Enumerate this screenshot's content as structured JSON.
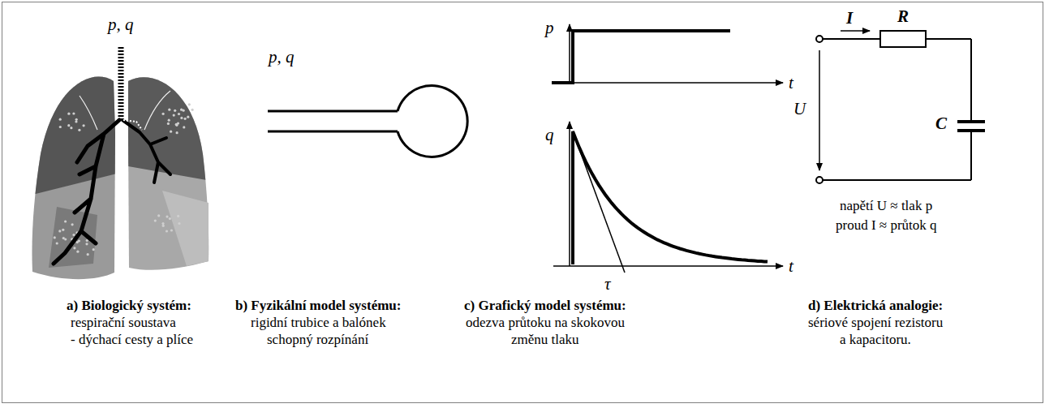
{
  "diagram": {
    "labels": [
      "p, q",
      "p, q",
      "p",
      "t",
      "q",
      "t",
      "τ",
      "I",
      "R",
      "U",
      "C",
      "napětí U ≈ tlak p",
      "proud I ≈ průtok q",
      "a) Biologický systém:",
      "respirační soustava",
      "- dýchací cesty a plíce",
      "b) Fyzikální model systému:",
      "rigidní trubice a balónek",
      "schopný rozpínání",
      "c) Grafický model systému:",
      "odezva průtoku na skokovou",
      "změnu tlaku",
      "d) Elektrická analogie:",
      "sériové spojení rezistoru",
      "a kapacitoru."
    ]
  }
}
